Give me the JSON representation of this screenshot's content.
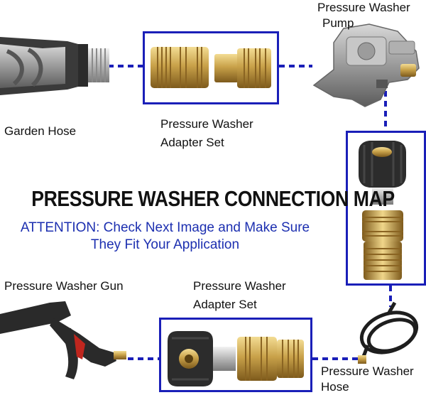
{
  "labels": {
    "pump": "Pressure Washer Pump",
    "pump_line1": "Pressure Washer",
    "pump_line2": "Pump",
    "garden_hose": "Garden Hose",
    "adapter_top_line1": "Pressure Washer",
    "adapter_top_line2": "Adapter Set",
    "gun": "Pressure Washer Gun",
    "adapter_bottom_line1": "Pressure Washer",
    "adapter_bottom_line2": "Adapter Set",
    "hose_line1": "Pressure Washer",
    "hose_line2": "Hose"
  },
  "heading": {
    "title": "PRESSURE WASHER CONNECTION MAP",
    "attention_line1": "ATTENTION: Check Next Image and Make Sure",
    "attention_line2": "They Fit Your Application"
  },
  "colors": {
    "box_border": "#1a1fb8",
    "connector_dash": "#1a1fb8",
    "attention_text": "#1c2fb0",
    "brass": "#c9a24a",
    "rubber": "#2a2a2a"
  }
}
